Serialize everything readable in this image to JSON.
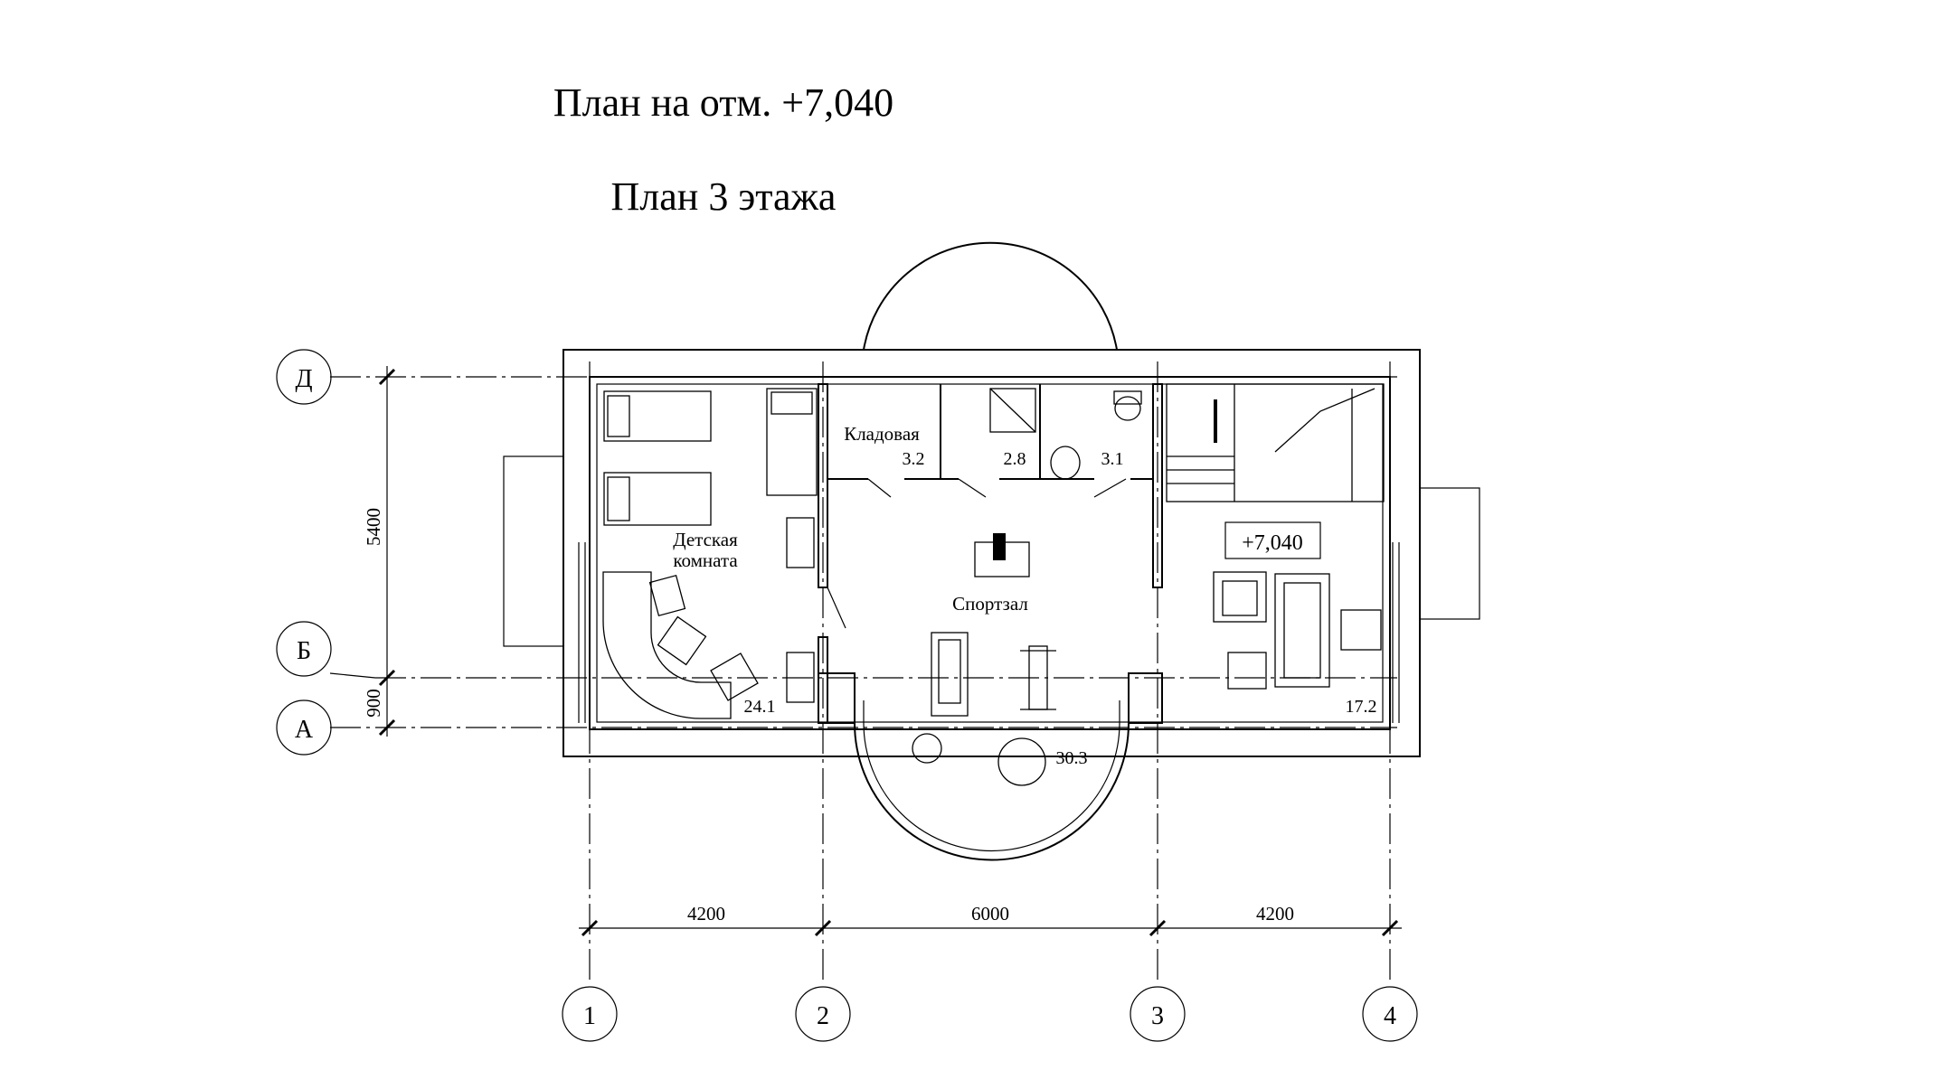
{
  "title_main": "План на отм. +7,040",
  "title_sub": "План 3 этажа",
  "axes_rows": [
    "Д",
    "Б",
    "А"
  ],
  "axes_cols": [
    "1",
    "2",
    "3",
    "4"
  ],
  "dimensions": {
    "vertical": [
      "5400",
      "900"
    ],
    "horizontal": [
      "4200",
      "6000",
      "4200"
    ]
  },
  "rooms": {
    "kids_room": {
      "name_line1": "Детская",
      "name_line2": "комната",
      "area": "24.1"
    },
    "storage": {
      "name": "Кладовая",
      "area": "3.2"
    },
    "shower": {
      "area": "2.8"
    },
    "wc": {
      "area": "3.1"
    },
    "gym": {
      "name": "Спортзал",
      "area": "30.3"
    },
    "hall": {
      "area": "17.2"
    }
  },
  "level_mark": "+7,040"
}
